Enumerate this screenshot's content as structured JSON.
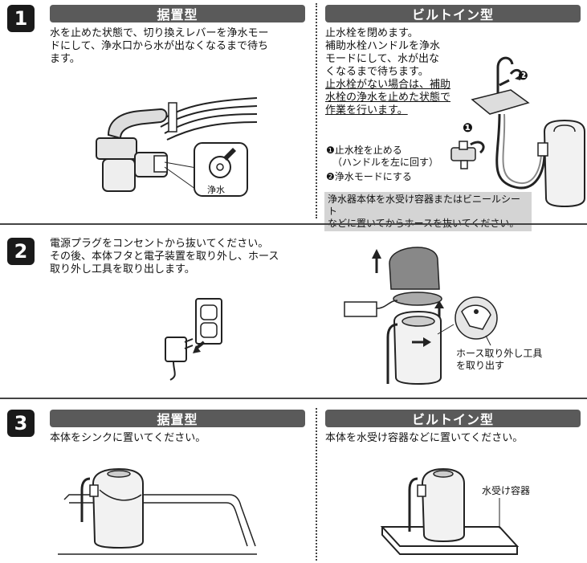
{
  "step1": {
    "number": "1",
    "left_header": "据置型",
    "left_text": [
      "水を止めた状態で、切り換えレバーを浄水モー",
      "ドにして、浄水口から水が出なくなるまで待ち",
      "ます。"
    ],
    "left_label_jousui": "浄水",
    "right_header": "ビルトイン型",
    "right_text": [
      "止水栓を閉めます。",
      "補助水栓ハンドルを浄水",
      "モードにして、水が出な",
      "くなるまで待ちます。"
    ],
    "right_underlined": [
      "止水栓がない場合は、補助",
      "水栓の浄水を止めた状態で",
      "作業を行います。"
    ],
    "marker_1": "❶",
    "marker_2": "❷",
    "legend_1_line1": "❶止水栓を止める",
    "legend_1_line2": "（ハンドルを左に回す）",
    "legend_2": "❷浄水モードにする",
    "note_lines": [
      "浄水器本体を水受け容器またはビニールシート",
      "などに置いてからホースを抜いてください。"
    ]
  },
  "step2": {
    "number": "2",
    "text": [
      "電源プラグをコンセントから抜いてください。",
      "その後、本体フタと電子装置を取り外し、ホース",
      "取り外し工具を取り出します。"
    ],
    "tool_label": [
      "ホース取り外し工具",
      "を取り出す"
    ]
  },
  "step3": {
    "number": "3",
    "left_header": "据置型",
    "left_text": "本体をシンクに置いてください。",
    "right_header": "ビルトイン型",
    "right_text": "本体を水受け容器などに置いてください。",
    "container_label": "水受け容器"
  }
}
